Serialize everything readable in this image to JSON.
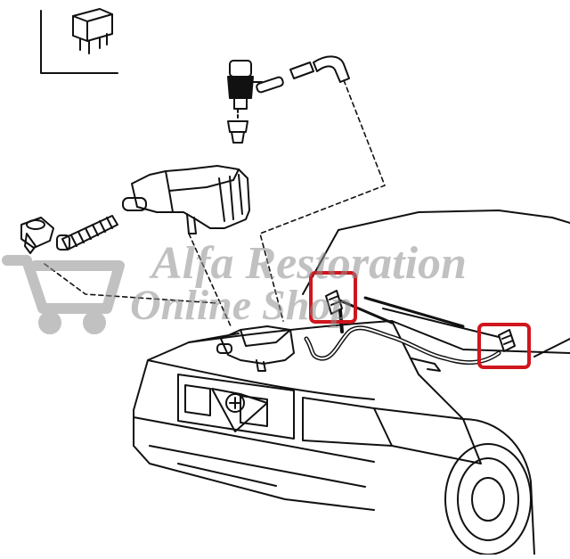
{
  "watermark": {
    "line1": "Alfa Restoration",
    "line2": "Online Shop",
    "icon": "shopping-cart-icon"
  },
  "colors": {
    "line": "#111111",
    "highlight": "#d0161d",
    "watermark": "#b5b5b5"
  },
  "highlights": [
    {
      "part": "left washer nozzle"
    },
    {
      "part": "right washer nozzle"
    }
  ]
}
